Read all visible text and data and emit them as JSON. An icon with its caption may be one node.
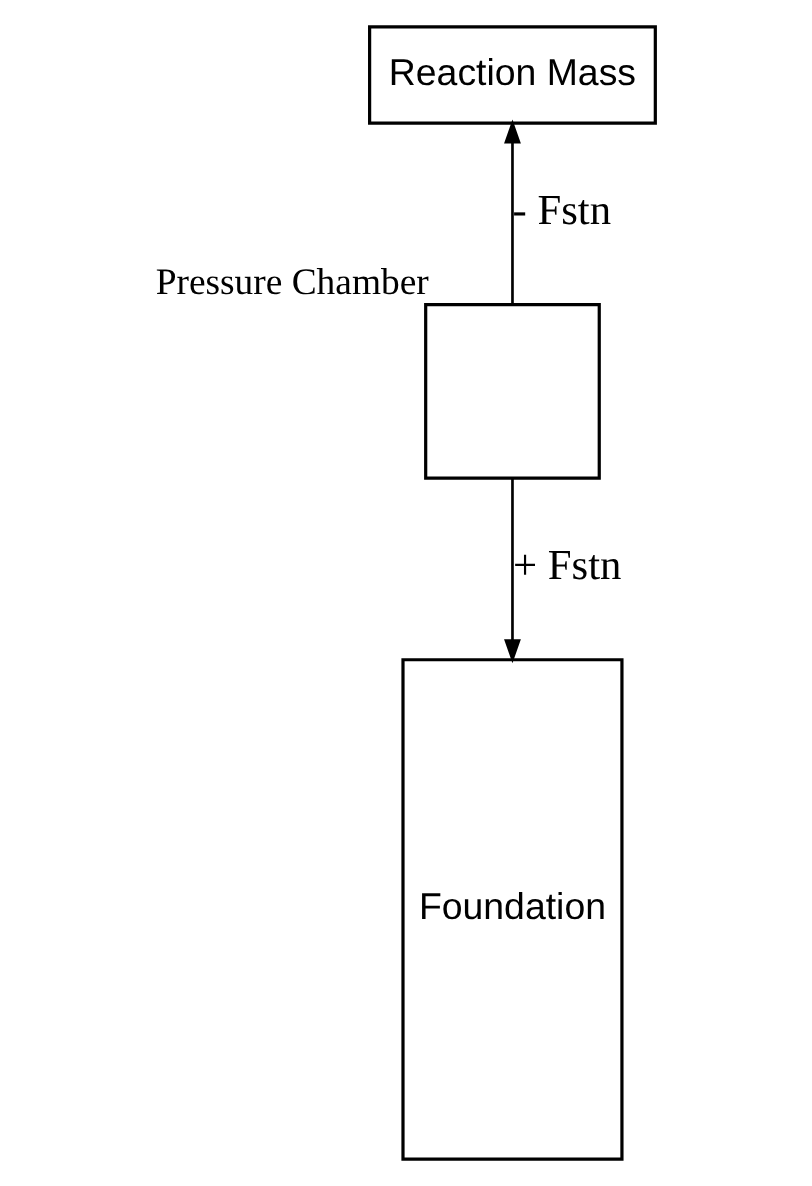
{
  "diagram": {
    "nodes": [
      {
        "text": [
          "Reaction Mass"
        ]
      },
      {
        "text": [],
        "shape": "box",
        "beside": [
          "Pressure Chamber"
        ]
      },
      {
        "text": [
          "Foundation"
        ]
      }
    ],
    "edges": [
      {
        "from": 1,
        "to": 0,
        "arrow": "to",
        "label": "- Fstn"
      },
      {
        "from": 1,
        "to": 2,
        "arrow": "to",
        "label": "+ Fstn"
      }
    ]
  }
}
